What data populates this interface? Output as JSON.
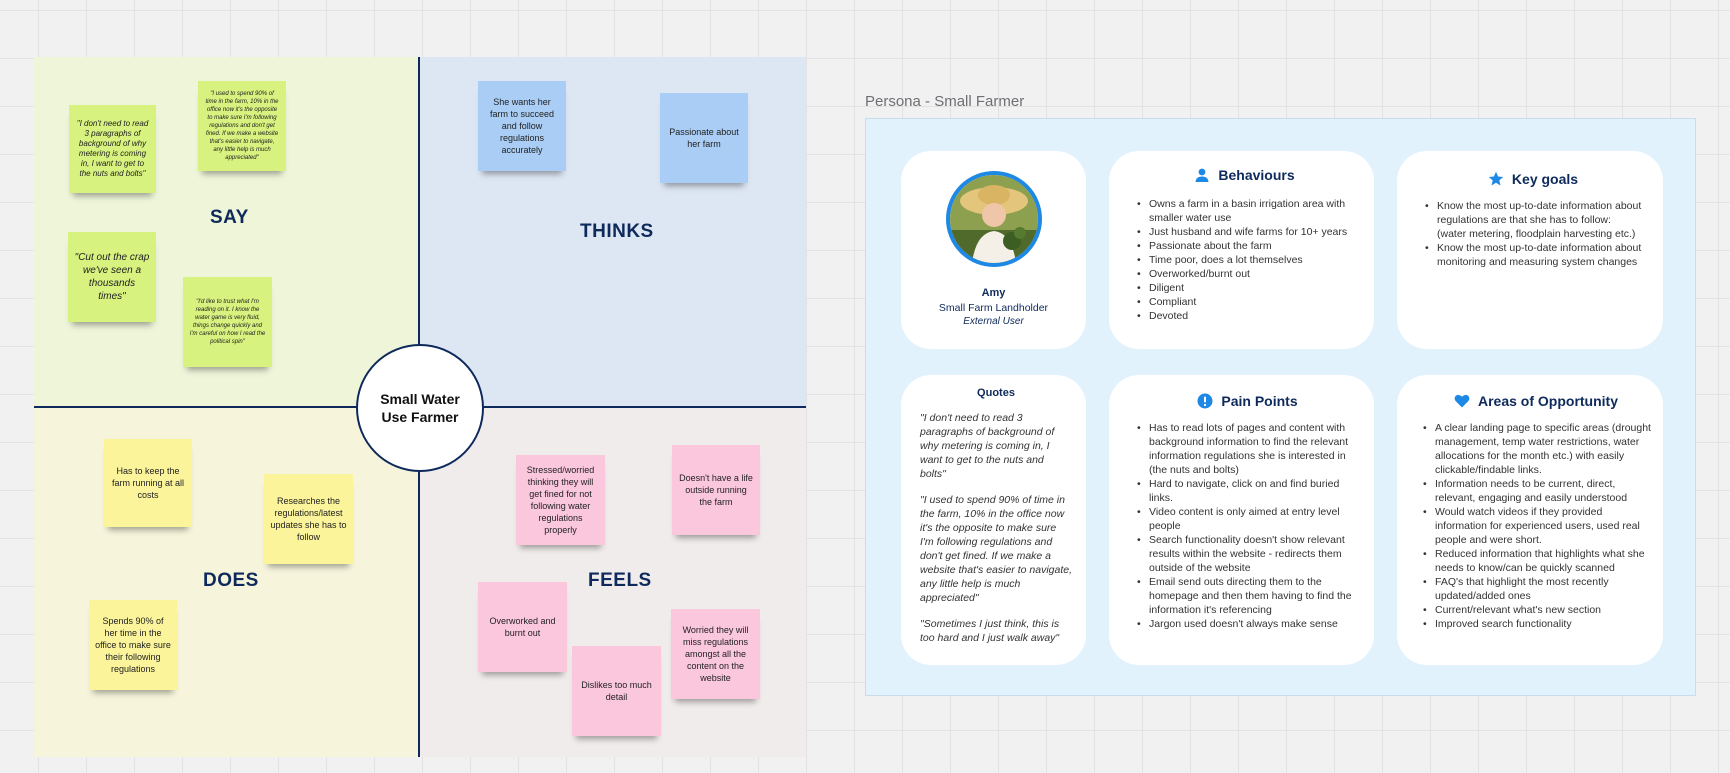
{
  "empathy_map": {
    "center": "Small Water Use Farmer",
    "labels": {
      "say": "SAY",
      "thinks": "THINKS",
      "does": "DOES",
      "feels": "FEELS"
    },
    "say_notes": [
      "\"I don't need to read 3 paragraphs of background of why metering is coming in, I want to get to the nuts and bolts\"",
      "\"I used to spend 90% of time in the farm, 10% in the office now it's the opposite to make sure I'm following regulations and don't get fined. If we make a website that's easier to navigate, any little help is much appreciated\"",
      "\"Cut out the crap we've seen a thousands times\"",
      "\"I'd like to trust what I'm reading on it. I know the water game is very fluid, things change quickly and I'm careful on how I read the political spin\""
    ],
    "thinks_notes": [
      "She wants her farm to succeed and follow regulations accurately",
      "Passionate about her farm"
    ],
    "does_notes": [
      "Has to keep the farm running at all costs",
      "Researches the regulations/latest updates she has to follow",
      "Spends 90% of her time in the office to make sure their following regulations"
    ],
    "feels_notes": [
      "Stressed/worried thinking they will get fined for not following water regulations properly",
      "Doesn't have a life outside running the farm",
      "Overworked and burnt out",
      "Dislikes too much detail",
      "Worried they will miss regulations amongst all the content on the website"
    ]
  },
  "persona": {
    "title": "Persona - Small Farmer",
    "profile": {
      "name": "Amy",
      "role": "Small Farm Landholder",
      "type": "External User"
    },
    "behaviours": {
      "title": "Behaviours",
      "items": [
        "Owns a farm in a basin irrigation area with smaller water use",
        "Just husband and wife farms for 10+ years",
        "Passionate about the farm",
        "Time poor, does a lot themselves",
        "Overworked/burnt out",
        "Diligent",
        "Compliant",
        "Devoted"
      ]
    },
    "key_goals": {
      "title": "Key goals",
      "items": [
        "Know the most up-to-date information about regulations are that she has to follow: (water metering, floodplain harvesting etc.)",
        "Know the most up-to-date information about monitoring and measuring system changes"
      ]
    },
    "quotes": {
      "title": "Quotes",
      "items": [
        "\"I don't need to read 3 paragraphs of background of why metering is coming in, I want to get to the nuts and bolts\"",
        "\"I used to spend 90% of time in the farm, 10% in the office now it's the opposite to make sure I'm following regulations and don't get fined. If we make a website that's easier to navigate, any little help is much appreciated\"",
        "\"Sometimes I just think, this is too hard and I just walk away\""
      ]
    },
    "pain_points": {
      "title": "Pain Points",
      "items": [
        "Has to read lots of pages and content with background information to find the relevant information regulations she is interested in (the nuts and bolts)",
        "Hard to navigate, click on and find buried links.",
        "Video content is only aimed at entry level people",
        "Search functionality doesn't show relevant results within the website - redirects them outside of the website",
        "Email send outs directing them to the homepage and then them having to find the information it's referencing",
        "Jargon used doesn't always make sense"
      ]
    },
    "opportunity": {
      "title": "Areas of Opportunity",
      "items": [
        "A clear landing page to specific areas (drought management, temp water restrictions, water allocations for the month etc.) with easily clickable/findable links.",
        "Information needs to be current, direct, relevant, engaging and easily understood",
        "Would watch videos if they provided information for experienced users, used real people and were short.",
        "Reduced information that highlights what she needs to know/can be quickly scanned",
        "FAQ's that highlight the most recently updated/added ones",
        "Current/relevant what's new section",
        "Improved search functionality"
      ]
    }
  },
  "colors": {
    "accent": "#1e88e5",
    "navy": "#0e2a5c",
    "sticky_green": "#d7f27f",
    "sticky_blue": "#a9cdf4",
    "sticky_yellow": "#fbf49a",
    "sticky_pink": "#fbc7dd"
  },
  "icons": [
    "user-icon",
    "star-icon",
    "exclamation-icon",
    "heart-icon"
  ]
}
